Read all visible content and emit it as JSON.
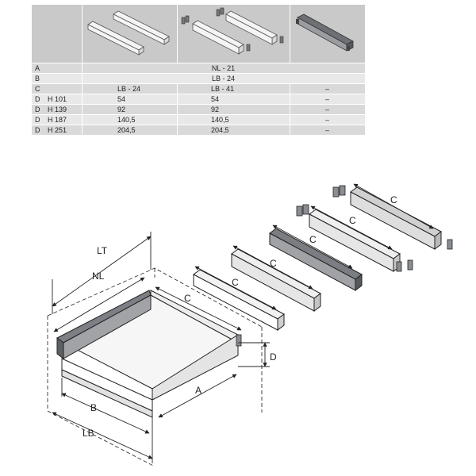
{
  "table": {
    "rows": [
      {
        "label": "A",
        "sub": "",
        "span": "NL - 21"
      },
      {
        "label": "B",
        "sub": "",
        "span": "LB - 24"
      },
      {
        "label": "C",
        "sub": "",
        "c1": "LB - 24",
        "c2": "LB - 41",
        "c3": "–"
      },
      {
        "label": "D",
        "sub": "H 101",
        "c1": "54",
        "c2": "54",
        "c3": "–"
      },
      {
        "label": "D",
        "sub": "H 139",
        "c1": "92",
        "c2": "92",
        "c3": "–"
      },
      {
        "label": "D",
        "sub": "H 187",
        "c1": "140,5",
        "c2": "140,5",
        "c3": "–"
      },
      {
        "label": "D",
        "sub": "H 251",
        "c1": "204,5",
        "c2": "204,5",
        "c3": "–"
      }
    ]
  },
  "diagram": {
    "labels": {
      "lt": "LT",
      "nl": "NL",
      "c": "C",
      "a": "A",
      "b": "B",
      "lb": "LB",
      "d": "D"
    }
  },
  "colors": {
    "table_header": "#c9c9c9",
    "row_a": "#d9d9d9",
    "row_b": "#e8e8e8",
    "panel_gray": "#9a9ca0",
    "line": "#222222"
  }
}
